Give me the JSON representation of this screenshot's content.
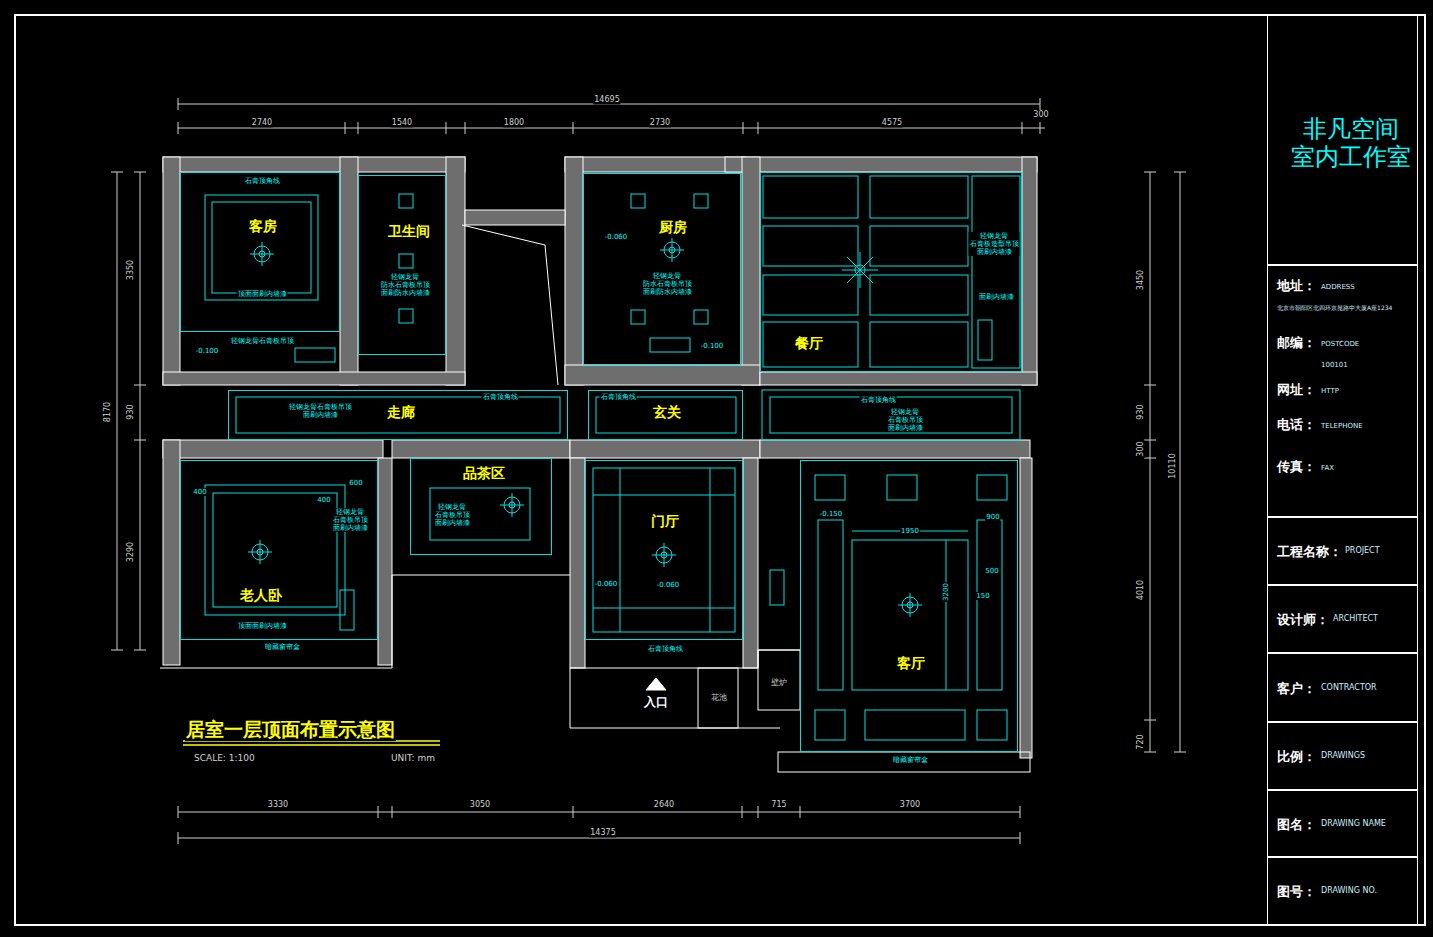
{
  "diagram": {
    "title": "居室一层顶面布置示意图",
    "nodes": [
      {
        "text": [
          "客房"
        ]
      },
      {
        "text": [
          "卫生间"
        ]
      },
      {
        "text": [
          "厨房"
        ]
      },
      {
        "text": [
          "餐厅"
        ]
      },
      {
        "text": [
          "走廊"
        ]
      },
      {
        "text": [
          "玄关"
        ]
      },
      {
        "text": [
          "品茶区"
        ]
      },
      {
        "text": [
          "门厅"
        ]
      },
      {
        "text": [
          "老人卧"
        ]
      },
      {
        "text": [
          "客厅"
        ]
      },
      {
        "text": [
          "非凡空间 室内工作室"
        ]
      },
      {
        "text": [
          "地址：",
          "ADDRESS",
          "北京市朝阳区北四环京昆路中大厦A座1234",
          "邮编：",
          "POSTCODE",
          "100101",
          "网址：",
          "HTTP",
          "电话：",
          "TELEPHONE",
          "传真：",
          "FAX"
        ]
      },
      {
        "text": [
          "工程名称：",
          "PROJECT"
        ]
      },
      {
        "text": [
          "设计师：",
          "ARCHITECT"
        ]
      },
      {
        "text": [
          "客户：",
          "CONTRACTOR"
        ]
      },
      {
        "text": [
          "比例：",
          "DRAWINGS"
        ]
      },
      {
        "text": [
          "图名：",
          "DRAWING NAME"
        ]
      },
      {
        "text": [
          "图号：",
          "DRAWING NO."
        ]
      }
    ],
    "labels": [
      "SCALE: 1:100",
      "UNIT: mm",
      "14695",
      "2740",
      "1540",
      "1800",
      "2730",
      "4575",
      "300",
      "3330",
      "3050",
      "2640",
      "715",
      "3700",
      "14375",
      "3350",
      "930",
      "3290",
      "8170",
      "3450",
      "930",
      "300",
      "4010",
      "720",
      "10110",
      "石膏顶角线",
      "顶面面刷内墙漆",
      "轻钢龙骨石膏板吊顶",
      "轻钢龙骨 防水石膏板吊顶 面刷防水内墙漆",
      "轻钢龙骨 防水石膏板吊顶 面刷防水内墙漆",
      "轻钢龙骨 石膏板造型吊顶 面刷内墙漆",
      "面刷内墙漆",
      "轻钢龙骨石膏板吊顶 面刷内墙漆",
      "石膏顶角线",
      "石膏顶角线",
      "石膏顶角线",
      "轻钢龙骨 石膏板吊顶 面刷内墙漆",
      "轻钢龙骨 石膏板吊顶 面刷内墙漆",
      "轻钢龙骨 石膏板吊顶 面刷内墙漆",
      "顶面面刷内墙漆",
      "暗藏窗帘盒",
      "石膏顶角线",
      "暗藏窗帘盒",
      "1950",
      "3200",
      "900",
      "500",
      "150",
      "400",
      "400",
      "600",
      "-0.100",
      "-0.060",
      "-0.150",
      "-0.060",
      "-0.060",
      "-0.100",
      "入口",
      "花池",
      "壁炉"
    ]
  }
}
